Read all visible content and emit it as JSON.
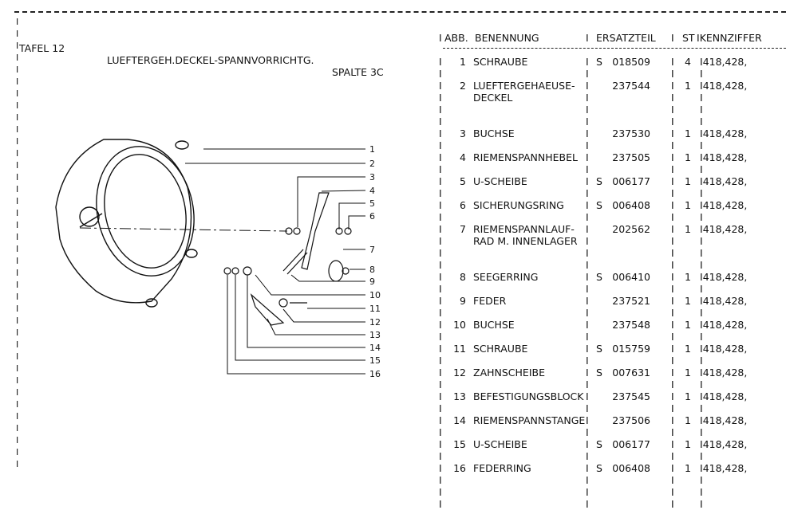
{
  "page": {
    "tafel": "TAFEL 12",
    "title": "LUEFTERGEH.DECKEL-SPANNVORRICHTG.",
    "spalte": "SPALTE  3C"
  },
  "table": {
    "header": {
      "abb": "ABB.",
      "name": "BENENNUNG",
      "part": "ERSATZTEIL",
      "st": "ST",
      "kenn": "KENNZIFFER"
    },
    "items": [
      {
        "num": "1",
        "name": "SCHRAUBE",
        "name2": "",
        "s": "S",
        "part": "018509",
        "st": "4",
        "kenn": "418,428,"
      },
      {
        "num": "2",
        "name": "LUEFTERGEHAEUSE-",
        "name2": "DECKEL",
        "s": "",
        "part": "237544",
        "st": "1",
        "kenn": "418,428,"
      },
      {
        "num": "3",
        "name": "BUCHSE",
        "name2": "",
        "s": "",
        "part": "237530",
        "st": "1",
        "kenn": "418,428,"
      },
      {
        "num": "4",
        "name": "RIEMENSPANNHEBEL",
        "name2": "",
        "s": "",
        "part": "237505",
        "st": "1",
        "kenn": "418,428,"
      },
      {
        "num": "5",
        "name": "U-SCHEIBE",
        "name2": "",
        "s": "S",
        "part": "006177",
        "st": "1",
        "kenn": "418,428,"
      },
      {
        "num": "6",
        "name": "SICHERUNGSRING",
        "name2": "",
        "s": "S",
        "part": "006408",
        "st": "1",
        "kenn": "418,428,"
      },
      {
        "num": "7",
        "name": "RIEMENSPANNLAUF-",
        "name2": "RAD M. INNENLAGER",
        "s": "",
        "part": "202562",
        "st": "1",
        "kenn": "418,428,"
      },
      {
        "num": "8",
        "name": "SEEGERRING",
        "name2": "",
        "s": "S",
        "part": "006410",
        "st": "1",
        "kenn": "418,428,"
      },
      {
        "num": "9",
        "name": "FEDER",
        "name2": "",
        "s": "",
        "part": "237521",
        "st": "1",
        "kenn": "418,428,"
      },
      {
        "num": "10",
        "name": "BUCHSE",
        "name2": "",
        "s": "",
        "part": "237548",
        "st": "1",
        "kenn": "418,428,"
      },
      {
        "num": "11",
        "name": "SCHRAUBE",
        "name2": "",
        "s": "S",
        "part": "015759",
        "st": "1",
        "kenn": "418,428,"
      },
      {
        "num": "12",
        "name": "ZAHNSCHEIBE",
        "name2": "",
        "s": "S",
        "part": "007631",
        "st": "1",
        "kenn": "418,428,"
      },
      {
        "num": "13",
        "name": "BEFESTIGUNGSBLOCK",
        "name2": "",
        "s": "",
        "part": "237545",
        "st": "1",
        "kenn": "418,428,"
      },
      {
        "num": "14",
        "name": "RIEMENSPANNSTANGE",
        "name2": "",
        "s": "",
        "part": "237506",
        "st": "1",
        "kenn": "418,428,"
      },
      {
        "num": "15",
        "name": "U-SCHEIBE",
        "name2": "",
        "s": "S",
        "part": "006177",
        "st": "1",
        "kenn": "418,428,"
      },
      {
        "num": "16",
        "name": "FEDERRING",
        "name2": "",
        "s": "S",
        "part": "006408",
        "st": "1",
        "kenn": "418,428,"
      }
    ]
  },
  "diagram": {
    "callouts": [
      "1",
      "2",
      "3",
      "4",
      "5",
      "6",
      "7",
      "8",
      "9",
      "10",
      "11",
      "12",
      "13",
      "14",
      "15",
      "16"
    ]
  }
}
